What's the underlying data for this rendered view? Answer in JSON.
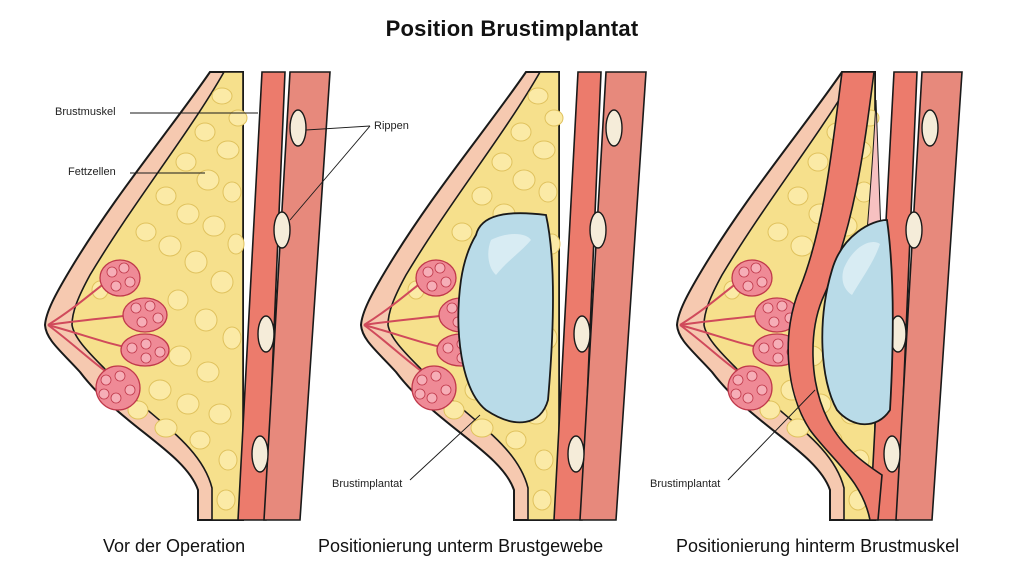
{
  "title": "Position Brustimplantat",
  "labels": {
    "brustmuskel": "Brustmuskel",
    "fettzellen": "Fettzellen",
    "rippen": "Rippen",
    "brustimplantat_1": "Brustimplantat",
    "brustimplantat_2": "Brustimplantat"
  },
  "panels": [
    {
      "caption": "Vor der Operation"
    },
    {
      "caption": "Positionierung unterm Brustgewebe"
    },
    {
      "caption": "Positionierung hinterm Brustmuskel"
    }
  ],
  "colors": {
    "skin": "#f6c9b0",
    "fat": "#f6e08c",
    "fat_cell": "#fbeaa6",
    "muscle": "#ec7b6c",
    "rib_band": "#e7897c",
    "rib": "#f5ecd9",
    "gland": "#ef8a96",
    "implant": "#b9dbe8",
    "outline": "#1a1a1a"
  }
}
